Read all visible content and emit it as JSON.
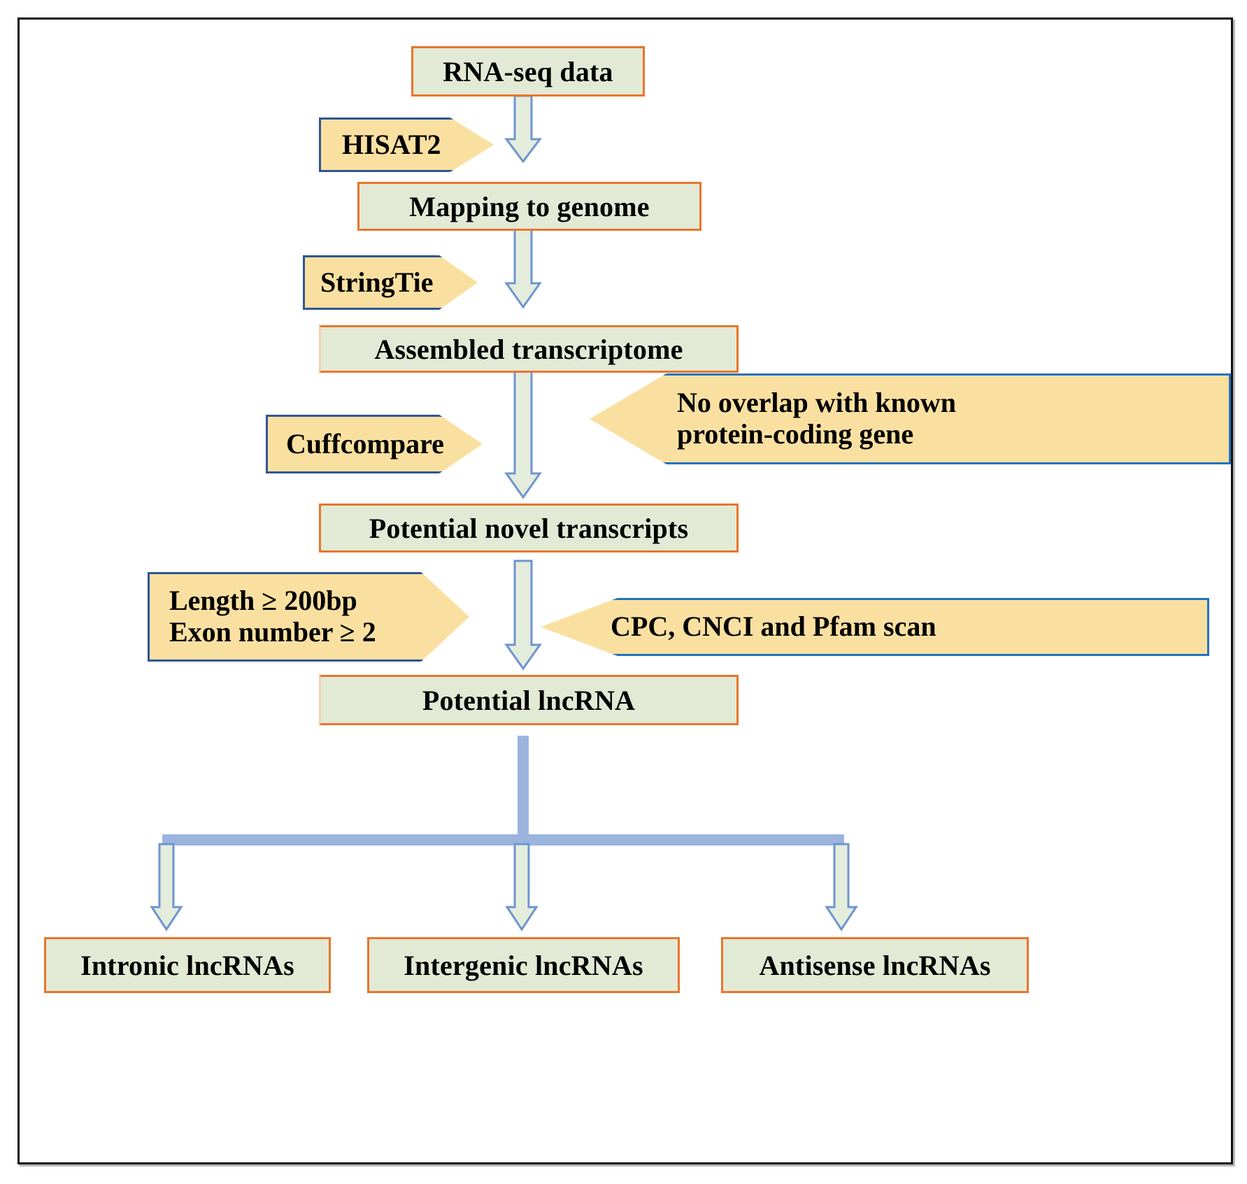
{
  "figure": {
    "type": "flowchart",
    "title": "lncRNA identification pipeline",
    "colors": {
      "process_fill": "#e2ead6",
      "process_border": "#e8762c",
      "callout_fill": "#fae0a0",
      "callout_border_dark": "#2e5597",
      "callout_border_light": "#2273c0",
      "arrow": "#9bb4de",
      "frame": "#111111"
    }
  },
  "nodes": {
    "rna_seq_data": "RNA-seq data",
    "mapping_to_genome": "Mapping to genome",
    "assembled_transcriptome": "Assembled transcriptome",
    "potential_novel_transcripts": "Potential novel transcripts",
    "potential_lncrna": "Potential lncRNA",
    "intronic_lncrnas": "Intronic lncRNAs",
    "intergenic_lncrnas": "Intergenic lncRNAs",
    "antisense_lncrnas": "Antisense lncRNAs"
  },
  "callouts": {
    "hisat2": "HISAT2",
    "stringtie": "StringTie",
    "cuffcompare": "Cuffcompare",
    "no_overlap_line1": "No overlap  with known",
    "no_overlap_line2": "protein-coding  gene",
    "length_line1": "Length  ≥ 200bp",
    "length_line2": "Exon number ≥ 2",
    "cpc_scan": "CPC, CNCI and Pfam scan"
  },
  "edges": [
    {
      "from": "rna_seq_data",
      "to": "mapping_to_genome",
      "tool": "hisat2"
    },
    {
      "from": "mapping_to_genome",
      "to": "assembled_transcriptome",
      "tool": "stringtie"
    },
    {
      "from": "assembled_transcriptome",
      "to": "potential_novel_transcripts",
      "tool": "cuffcompare / no-overlap filter"
    },
    {
      "from": "potential_novel_transcripts",
      "to": "potential_lncrna",
      "tool": "length & exon filter / coding-potential scan"
    },
    {
      "from": "potential_lncrna",
      "to": "intronic_lncrnas"
    },
    {
      "from": "potential_lncrna",
      "to": "intergenic_lncrnas"
    },
    {
      "from": "potential_lncrna",
      "to": "antisense_lncrnas"
    }
  ]
}
